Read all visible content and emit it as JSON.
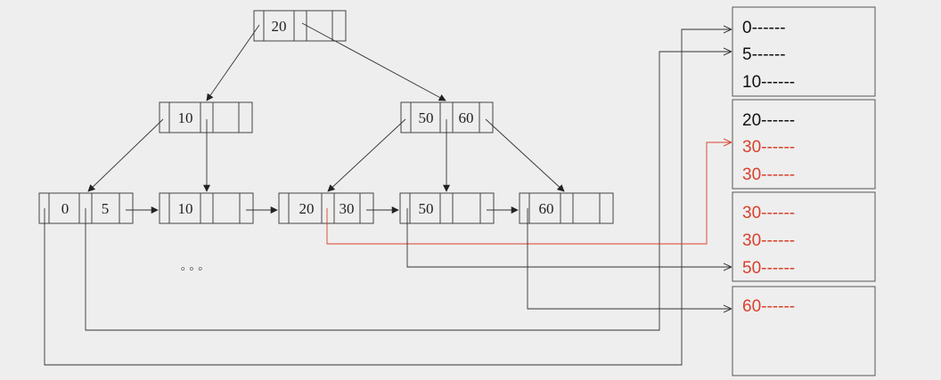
{
  "colors": {
    "background": "#eeeeee",
    "line": "#333333",
    "highlight": "#d9402c",
    "text": "#111111"
  },
  "tree": {
    "root_keys": [
      "20"
    ],
    "internal_left_keys": [
      "10"
    ],
    "internal_right_keys": [
      "50",
      "60"
    ],
    "leaves": [
      {
        "keys": [
          "0",
          "5"
        ]
      },
      {
        "keys": [
          "10"
        ]
      },
      {
        "keys": [
          "20",
          "30"
        ]
      },
      {
        "keys": [
          "50"
        ]
      },
      {
        "keys": [
          "60"
        ]
      }
    ],
    "ellipsis": "◦  ◦  ◦"
  },
  "data_pages": [
    {
      "records": [
        {
          "text": "0------",
          "highlight": false
        },
        {
          "text": "5------",
          "highlight": false
        },
        {
          "text": "10------",
          "highlight": false
        }
      ]
    },
    {
      "records": [
        {
          "text": "20------",
          "highlight": false
        },
        {
          "text": "30------",
          "highlight": true
        },
        {
          "text": "30------",
          "highlight": true
        }
      ]
    },
    {
      "records": [
        {
          "text": "30------",
          "highlight": true
        },
        {
          "text": "30------",
          "highlight": true
        },
        {
          "text": "50------",
          "highlight": true
        }
      ]
    },
    {
      "records": [
        {
          "text": "60------",
          "highlight": true
        }
      ]
    }
  ]
}
